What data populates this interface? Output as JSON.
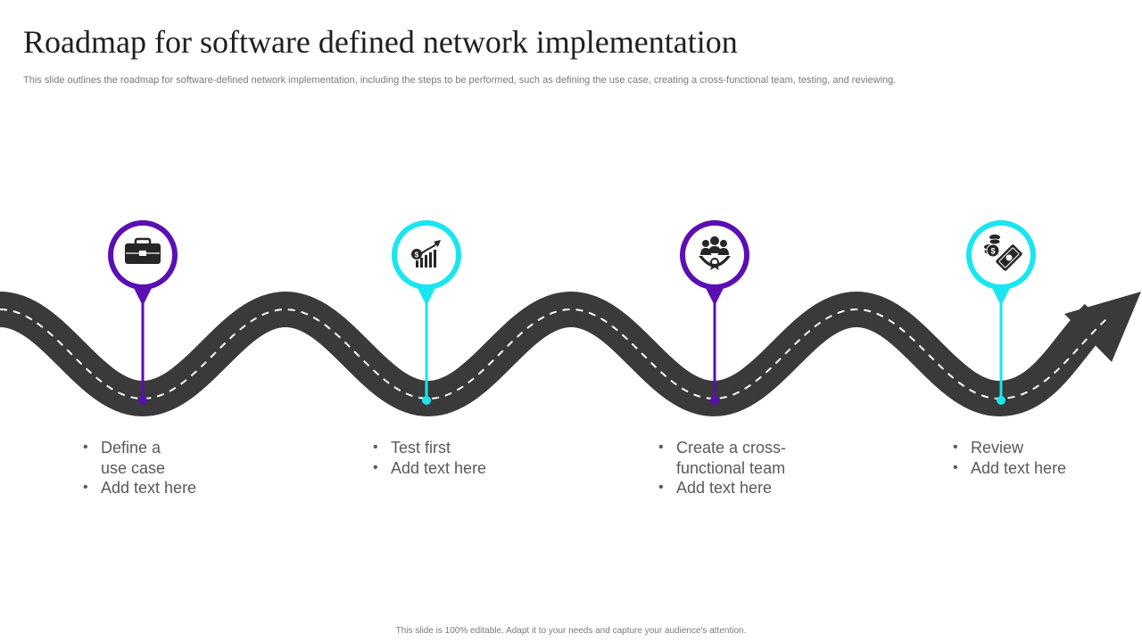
{
  "slide": {
    "title": "Roadmap for software defined network implementation",
    "subtitle": "This slide outlines the roadmap for software-defined network implementation, including the steps to be performed, such as defining the use case, creating a cross-functional team, testing, and reviewing.",
    "footer": "This slide is 100% editable. Adapt it to your needs and capture your audience's attention."
  },
  "colors": {
    "purple": "#5b0fb3",
    "cyan": "#19e6f0",
    "road": "#3a3a3a",
    "icon": "#262626"
  },
  "steps": [
    {
      "icon": "briefcase-icon",
      "color": "purple",
      "bullets": [
        "Define a\nuse case",
        "Add text here"
      ]
    },
    {
      "icon": "growth-chart-icon",
      "color": "cyan",
      "bullets": [
        "Test first",
        "Add text here"
      ]
    },
    {
      "icon": "team-icon",
      "color": "purple",
      "bullets": [
        "Create a cross-\nfunctional team",
        "Add text here"
      ]
    },
    {
      "icon": "money-icon",
      "color": "cyan",
      "bullets": [
        "Review",
        "Add text here"
      ]
    }
  ]
}
